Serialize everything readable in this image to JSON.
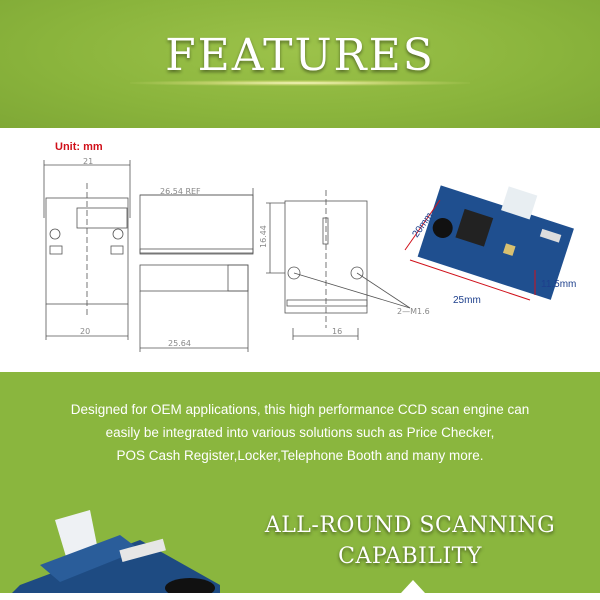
{
  "header": {
    "title": "FEATURES"
  },
  "drawing": {
    "unit_label": "Unit: mm",
    "dimensions": {
      "front_top": "21",
      "front_bottom": "20",
      "side_ref": "26.54 REF",
      "side_bottom": "25.64",
      "back_height": "16.44",
      "back_bottom": "16",
      "hole_callout": "2—M1.6"
    }
  },
  "photo": {
    "width_label": "25mm",
    "depth_label": "20mm",
    "height_label": "11.5mm"
  },
  "description": {
    "lines": [
      "Designed for OEM applications, this high performance CCD scan engine can",
      "easily be integrated into various solutions such as Price Checker,",
      "POS Cash Register,Locker,Telephone Booth and many more."
    ]
  },
  "subheading": {
    "line1": "ALL-ROUND SCANNING",
    "line2": "CAPABILITY"
  },
  "colors": {
    "green": "#8ab63e",
    "unit_red": "#d0101a",
    "pcb_blue": "#1f4f8f"
  }
}
